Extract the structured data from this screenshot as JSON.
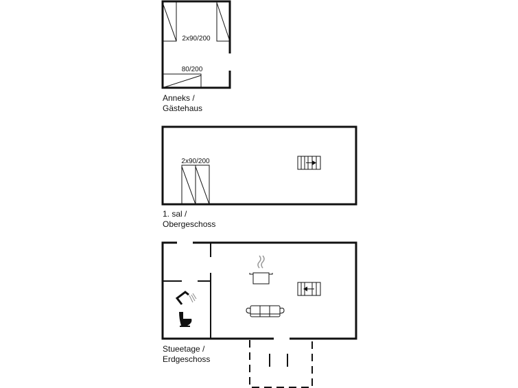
{
  "annex": {
    "bed_label_double": "2x90/200",
    "bed_label_single": "80/200",
    "title_line1": "Anneks /",
    "title_line2": "Gästehaus"
  },
  "first_floor": {
    "bed_label": "2x90/200",
    "title_line1": "1. sal /",
    "title_line2": "Obergeschoss"
  },
  "ground_floor": {
    "title_line1": "Stueetage /",
    "title_line2": "Erdgeschoss"
  }
}
